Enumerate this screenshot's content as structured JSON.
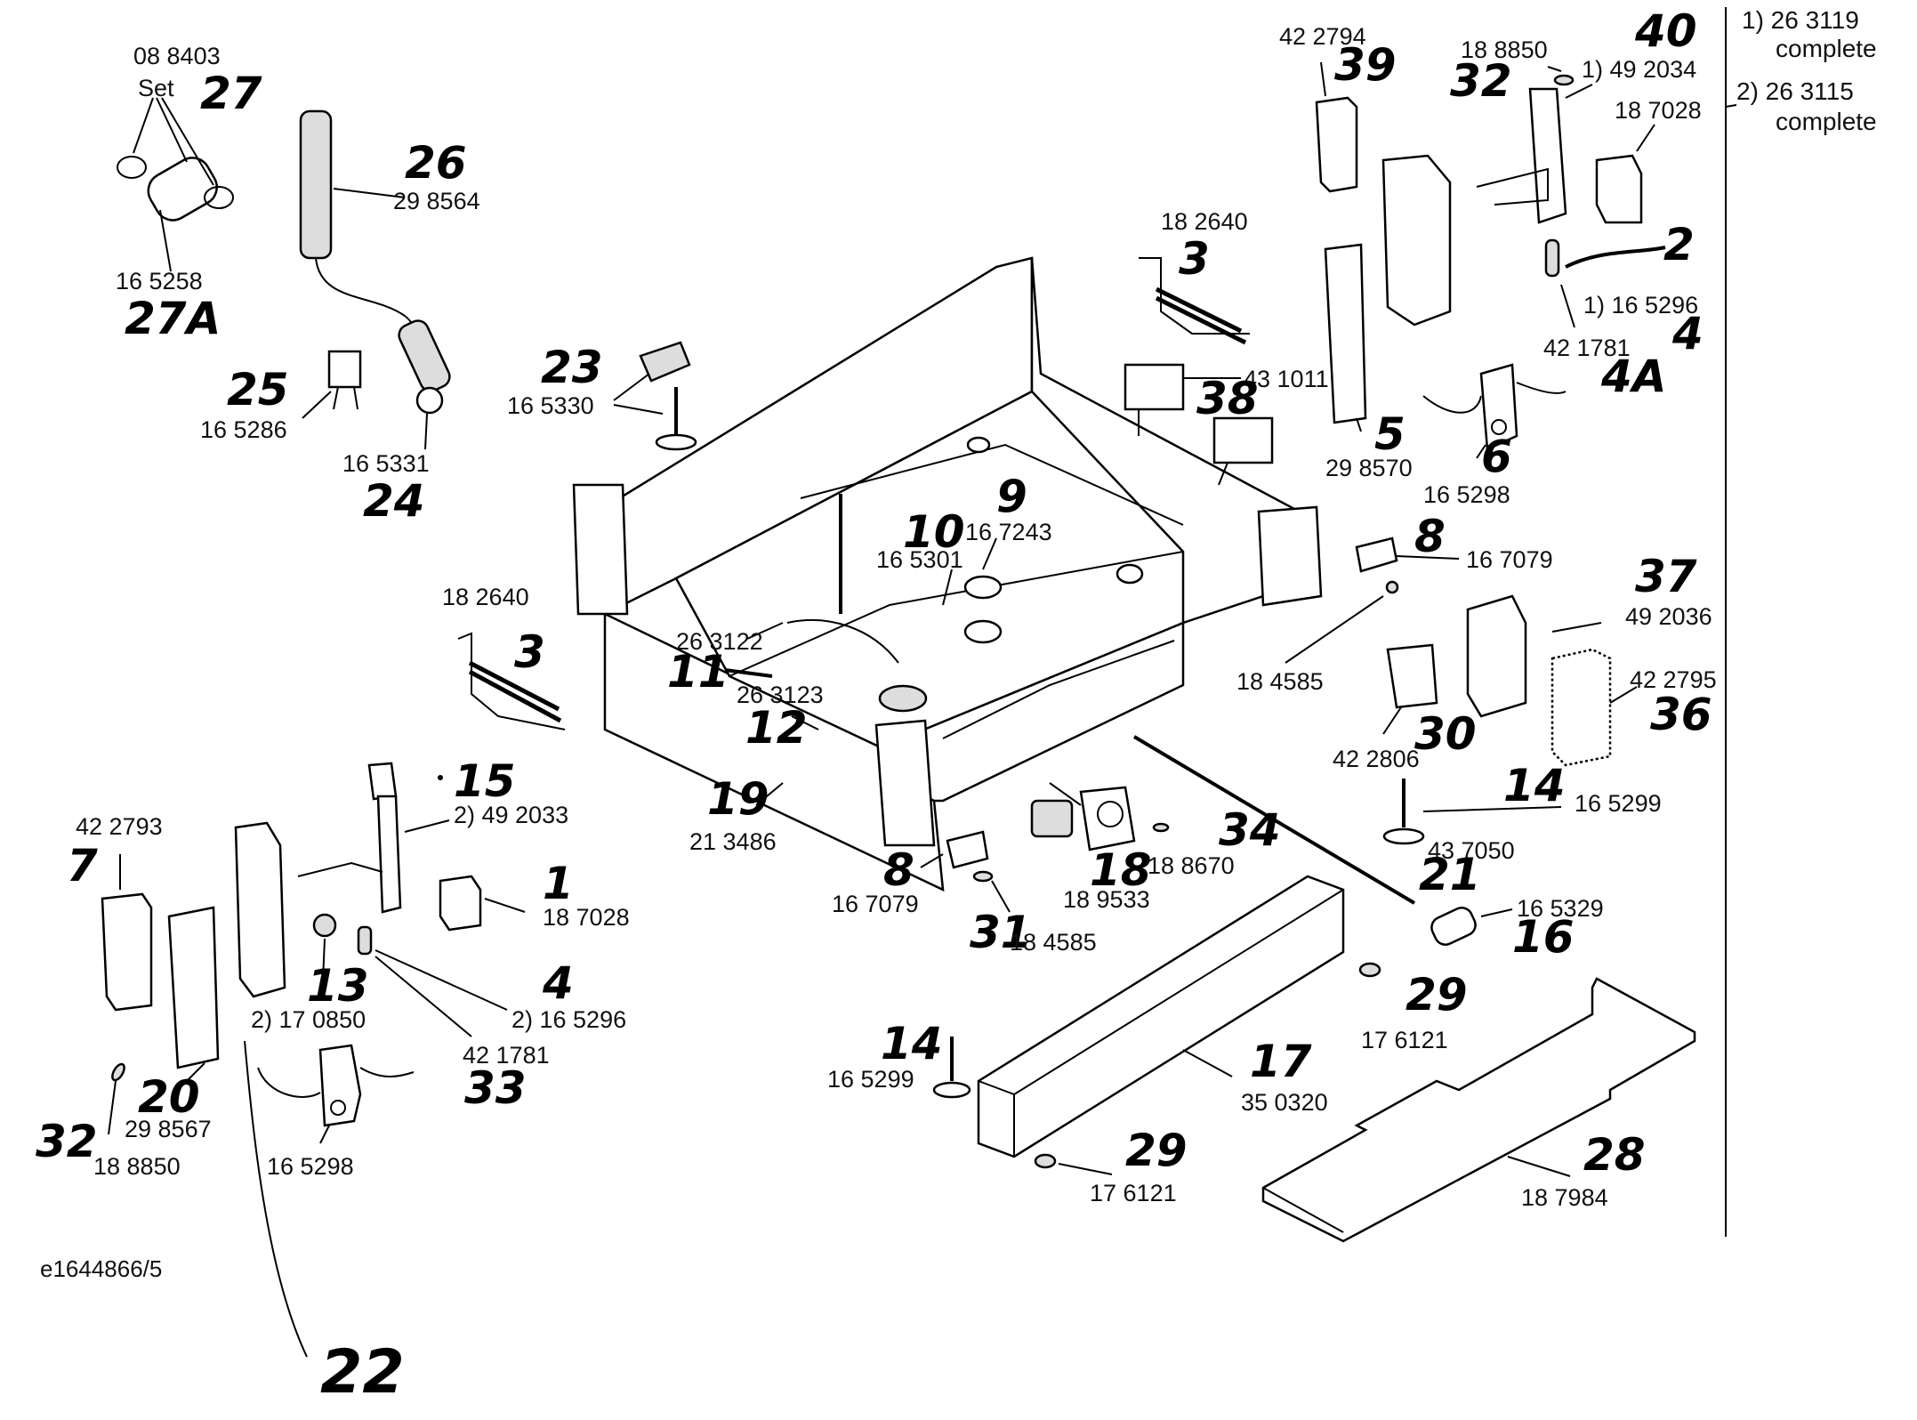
{
  "drawing_ref": "e1644866/5",
  "notes": [
    {
      "key": "1)",
      "number": "26 3119",
      "text": "complete"
    },
    {
      "key": "2)",
      "number": "26 3115",
      "text": "complete"
    }
  ],
  "callouts": [
    {
      "id": "27",
      "part": "08 8403",
      "extra": "Set"
    },
    {
      "id": "27A",
      "part": "16 5258"
    },
    {
      "id": "26",
      "part": "29 8564"
    },
    {
      "id": "25",
      "part": "16 5286"
    },
    {
      "id": "24",
      "part": "16 5331"
    },
    {
      "id": "23",
      "part": "16 5330"
    },
    {
      "id": "3a",
      "label": "3",
      "part": "18 2640"
    },
    {
      "id": "3b",
      "label": "3",
      "part": "18 2640"
    },
    {
      "id": "38",
      "part": "43 1011"
    },
    {
      "id": "39",
      "part": "42 2794"
    },
    {
      "id": "40",
      "part": "1) 49 2034"
    },
    {
      "id": "32a",
      "label": "32",
      "part": "18 8850"
    },
    {
      "id": "40b",
      "part": "18 7028"
    },
    {
      "id": "2",
      "part": "1) 16 5296",
      "extra": "4"
    },
    {
      "id": "4A",
      "part": "42 1781"
    },
    {
      "id": "5",
      "part": "29 8570"
    },
    {
      "id": "6",
      "part": "16 5298"
    },
    {
      "id": "9",
      "part": "16 7243"
    },
    {
      "id": "10",
      "part": "16 5301"
    },
    {
      "id": "8a",
      "label": "8",
      "part": "16 7079"
    },
    {
      "id": "37",
      "part": "49 2036"
    },
    {
      "id": "36",
      "part": "42 2795"
    },
    {
      "id": "30",
      "part": "42 2806"
    },
    {
      "id": "18a",
      "part": "18 4585"
    },
    {
      "id": "11",
      "part": "26 3122"
    },
    {
      "id": "12",
      "part": "26 3123"
    },
    {
      "id": "19",
      "part": "21 3486"
    },
    {
      "id": "15",
      "part": "2) 49 2033"
    },
    {
      "id": "7",
      "part": "42 2793"
    },
    {
      "id": "1",
      "part": "18 7028"
    },
    {
      "id": "4b",
      "label": "4",
      "part": "2) 16 5296"
    },
    {
      "id": "13",
      "part": "2) 17 0850"
    },
    {
      "id": "33",
      "part": "42 1781"
    },
    {
      "id": "20",
      "part": "29 8567"
    },
    {
      "id": "32b",
      "label": "32",
      "part": "18 8850"
    },
    {
      "id": "6b",
      "part": "16 5298"
    },
    {
      "id": "22",
      "part": ""
    },
    {
      "id": "8b",
      "label": "8",
      "part": "16 7079"
    },
    {
      "id": "31",
      "part": "18 4585"
    },
    {
      "id": "18",
      "part": "18 9533"
    },
    {
      "id": "34",
      "part": "18 8670"
    },
    {
      "id": "14a",
      "label": "14",
      "part": "16 5299"
    },
    {
      "id": "21",
      "part": "43 7050"
    },
    {
      "id": "16",
      "part": "16 5329"
    },
    {
      "id": "29a",
      "label": "29",
      "part": "17 6121"
    },
    {
      "id": "14b",
      "label": "14",
      "part": "16 5299"
    },
    {
      "id": "17",
      "part": "35 0320"
    },
    {
      "id": "29b",
      "label": "29",
      "part": "17 6121"
    },
    {
      "id": "28",
      "part": "18 7984"
    }
  ],
  "text": {
    "n27_part": "08 8403",
    "n27_set": "Set",
    "n27_num": "27",
    "n27a_part": "16 5258",
    "n27a_num": "27A",
    "n26_num": "26",
    "n26_part": "29 8564",
    "n25_num": "25",
    "n25_part": "16 5286",
    "n24_part": "16 5331",
    "n24_num": "24",
    "n23_num": "23",
    "n23_part": "16 5330",
    "n3a_part": "18 2640",
    "n3a_num": "3",
    "n3b_part": "18 2640",
    "n3b_num": "3",
    "n38_part": "43 1011",
    "n38_num": "38",
    "n39_part": "42 2794",
    "n39_num": "39",
    "n40_num": "40",
    "n32a_part": "18 8850",
    "n32a_num": "32",
    "n40_part": "1) 49 2034",
    "n40b_part": "18 7028",
    "n2_num": "2",
    "n2_part": "1) 16 5296",
    "n2_sub": "4",
    "n4a_part": "42 1781",
    "n4a_num": "4A",
    "n5_num": "5",
    "n5_part": "29 8570",
    "n6_num": "6",
    "n6_part": "16 5298",
    "n9_num": "9",
    "n9_part": "16 7243",
    "n10_num": "10",
    "n10_part": "16 5301",
    "n8a_num": "8",
    "n8a_part": "16 7079",
    "n37_num": "37",
    "n37_part": "49 2036",
    "n36_part": "42 2795",
    "n36_num": "36",
    "n30_num": "30",
    "n30_part": "42 2806",
    "n18a_part": "18 4585",
    "n11_part": "26 3122",
    "n11_num": "11",
    "n12_part": "26 3123",
    "n12_num": "12",
    "n19_num": "19",
    "n19_part": "21 3486",
    "n15_num": "15",
    "n15_part": "2) 49 2033",
    "n7_part": "42 2793",
    "n7_num": "7",
    "n1_num": "1",
    "n1_part": "18 7028",
    "n4b_num": "4",
    "n4b_part": "2) 16 5296",
    "n13_num": "13",
    "n13_part": "2) 17 0850",
    "n33_part": "42 1781",
    "n33_num": "33",
    "n20_num": "20",
    "n20_part": "29 8567",
    "n32b_num": "32",
    "n32b_part": "18 8850",
    "n6b_part": "16 5298",
    "n22_num": "22",
    "n8b_num": "8",
    "n8b_part": "16 7079",
    "n31_num": "31",
    "n31_part": "18 4585",
    "n18_num": "18",
    "n18_part": "18 9533",
    "n34_num": "34",
    "n34_part": "18 8670",
    "n14a_num": "14",
    "n14a_part": "16 5299",
    "n21_part": "43 7050",
    "n21_num": "21",
    "n16_part": "16 5329",
    "n16_num": "16",
    "n29a_num": "29",
    "n29a_part": "17 6121",
    "n14b_num": "14",
    "n14b_part": "16 5299",
    "n17_num": "17",
    "n17_part": "35 0320",
    "n29b_num": "29",
    "n29b_part": "17 6121",
    "n28_num": "28",
    "n28_part": "18 7984",
    "note1_key": "1) 26 3119",
    "note1_text": "complete",
    "note2_key": "2) 26 3115",
    "note2_text": "complete",
    "ref": "e1644866/5"
  }
}
